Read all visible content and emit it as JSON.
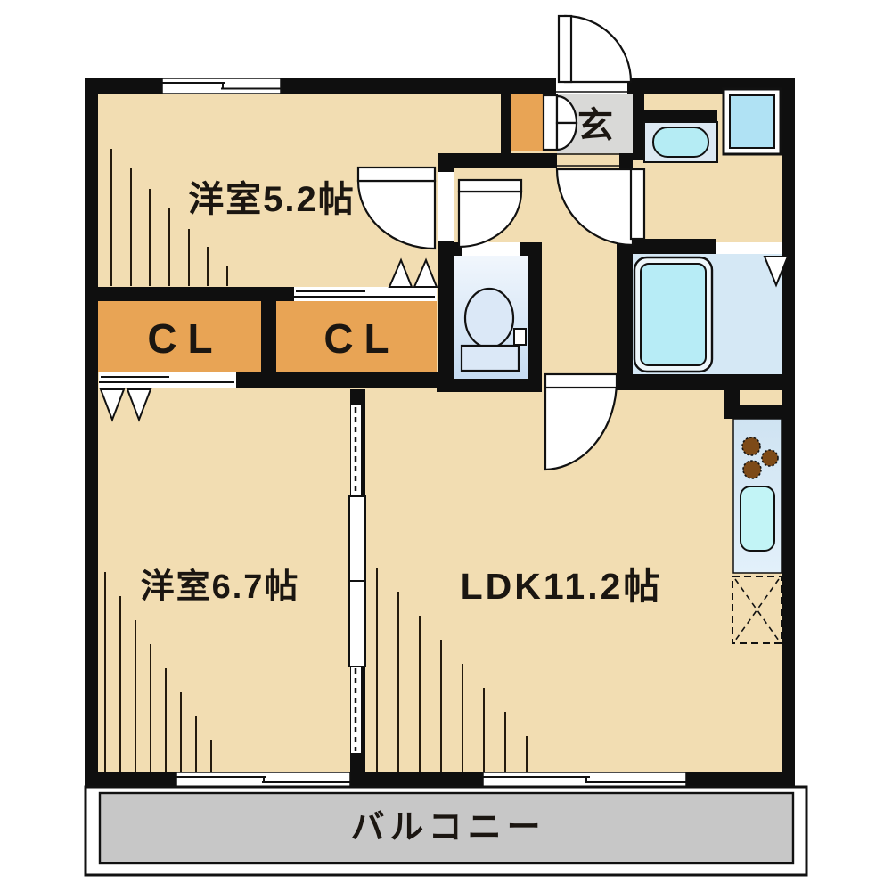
{
  "floor_plan": {
    "type": "apartment-floor-plan",
    "unit_layout": "1LDK+S (2 rooms + LDK)",
    "rooms": [
      {
        "id": "western-room-1",
        "label": "洋室5.2帖",
        "size_jo": 5.2
      },
      {
        "id": "western-room-2",
        "label": "洋室6.7帖",
        "size_jo": 6.7
      },
      {
        "id": "ldk",
        "label": "LDK11.2帖",
        "size_jo": 11.2
      },
      {
        "id": "closet-1",
        "label": "CL"
      },
      {
        "id": "closet-2",
        "label": "CL"
      },
      {
        "id": "entrance",
        "label": "玄"
      },
      {
        "id": "balcony",
        "label": "バルコニー"
      }
    ],
    "fixtures": [
      "entrance-door-swing",
      "shoe-cabinet",
      "shoe-cabinet-double-doors",
      "hall-door-swing",
      "toilet-door-swing",
      "room1-door-swing",
      "ldk-door-swing",
      "toilet-bowl-and-tank",
      "washbasin-counter",
      "washing-machine-pan",
      "bathtub",
      "bathroom-folding-door-mark",
      "kitchen-counter",
      "stove-burners-3",
      "kitchen-sink",
      "refrigerator-space-dashed",
      "closet1-folding-door-marks",
      "closet2-folding-door-marks",
      "sliding-partition-2-leaf",
      "balcony-deck",
      "window-top-room1",
      "window-bottom-room2",
      "window-bottom-ldk"
    ],
    "colors": {
      "floor_beige": "#f2ddb2",
      "closet_orange": "#e8a455",
      "entrance_gray": "#d9d9d7",
      "balcony_gray": "#c7c7c7",
      "wall_black": "#0f0f0f",
      "water_blue": "#b7ecf6",
      "fixture_blue_gray": "#d5e8f5",
      "burner_brown": "#7d4a17"
    }
  }
}
